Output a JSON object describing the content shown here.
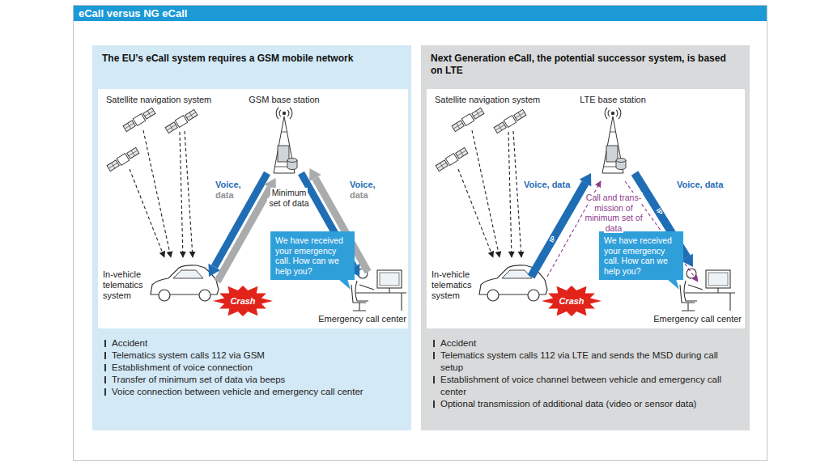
{
  "diagram": {
    "title": "eCall versus NG eCall",
    "nodes": [
      {
        "text": [
          "The EU’s eCall system requires a GSM mobile network",
          "Accident",
          "Telematics system calls 112 via GSM",
          "Establishment of voice connection",
          "Transfer of minimum set of data via beeps",
          "Voice connection between vehicle and emergency call center"
        ]
      },
      {
        "text": [
          "We have received your emergency call. How can we help you?"
        ],
        "in": 0
      },
      {
        "text": [
          "Crash"
        ],
        "in": 0
      },
      {
        "text": [
          "Next Generation eCall, the potential successor system, is based on LTE",
          "Accident",
          "Telematics system calls 112 via LTE and sends the MSD during call setup",
          "Establishment of voice channel between vehicle and emergency call center",
          "Optional transmission of additional data (video or sensor data)"
        ]
      },
      {
        "text": [
          "We have received your emergency call. How can we help you?"
        ],
        "in": 3
      },
      {
        "text": [
          "Crash"
        ],
        "in": 3
      }
    ],
    "labels": [
      "Satellite navigation system",
      "GSM base station",
      "Voice,",
      "data",
      "Minimum set of data",
      "Voice,",
      "data",
      "In-vehicle telematics system",
      "Emergency call center",
      "Satellite navigation system",
      "LTE base station",
      "Voice, data",
      "IP",
      "Call and trans- mission of minimum set of data",
      "IP",
      "Voice, data",
      "In-vehicle telematics system",
      "Emergency call center"
    ]
  }
}
